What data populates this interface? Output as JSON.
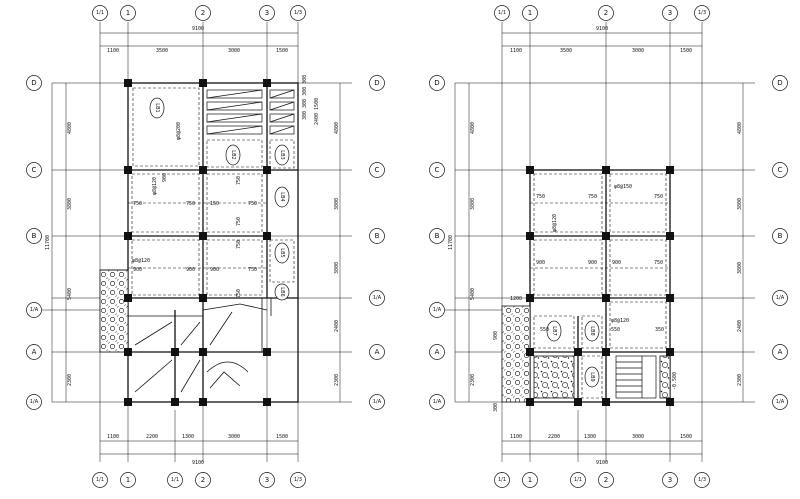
{
  "palette": {
    "ink": "#111111",
    "paper": "#ffffff"
  },
  "left_plan": {
    "top_axes": [
      "1/1",
      "1",
      "2",
      "3",
      "1/3"
    ],
    "bottom_axes": [
      "1/1",
      "1",
      "1/1",
      "2",
      "3",
      "1/3"
    ],
    "rows": [
      "D",
      "C",
      "B",
      "1/A",
      "A",
      "1/A"
    ],
    "top_overall": "9100",
    "top_dims": [
      "1100",
      "3500",
      "3000",
      "1500"
    ],
    "bottom_overall": "9100",
    "bottom_dims": [
      "1100",
      "2200",
      "1300",
      "3000",
      "1500"
    ],
    "left_overall": "11700",
    "left_dims": [
      "4800",
      "3800",
      "5400",
      "2300"
    ],
    "right_dims": [
      "4800",
      "3800",
      "3800",
      "2400",
      "2300"
    ],
    "right_small": [
      "300 300 300 300",
      "2400 1500"
    ],
    "slabs": [
      "LB1",
      "LB2",
      "LB3",
      "LB4",
      "LB5",
      "LB6"
    ],
    "rebar": [
      "φ8@200",
      "φ8@120",
      "φ8@120"
    ],
    "numbers": [
      "900",
      "750",
      "750",
      "150",
      "750",
      "750",
      "750",
      "750",
      "750",
      "900",
      "900",
      "900",
      "750"
    ]
  },
  "right_plan": {
    "top_axes": [
      "1/1",
      "1",
      "2",
      "3",
      "1/3"
    ],
    "bottom_axes": [
      "1/1",
      "1",
      "1/1",
      "2",
      "3",
      "1/3"
    ],
    "rows": [
      "D",
      "C",
      "B",
      "1/A",
      "A",
      "1/A"
    ],
    "top_overall": "9100",
    "top_dims": [
      "1100",
      "3500",
      "3000",
      "1500"
    ],
    "bottom_overall": "9100",
    "bottom_dims": [
      "1100",
      "2200",
      "1300",
      "3000",
      "1500"
    ],
    "left_overall": "11700",
    "left_dims": [
      "4800",
      "3800",
      "5400",
      "2300"
    ],
    "right_dims": [
      "4800",
      "3800",
      "3800",
      "2400",
      "2300"
    ],
    "slabs": [
      "LB7",
      "LB8",
      "LB9"
    ],
    "rebar": [
      "φ8@150",
      "φ8@120",
      "φ8@120"
    ],
    "numbers": [
      "750",
      "750",
      "750",
      "900",
      "900",
      "900",
      "750",
      "550",
      "550",
      "350",
      "1200",
      "900",
      "300",
      "-0.500"
    ]
  }
}
